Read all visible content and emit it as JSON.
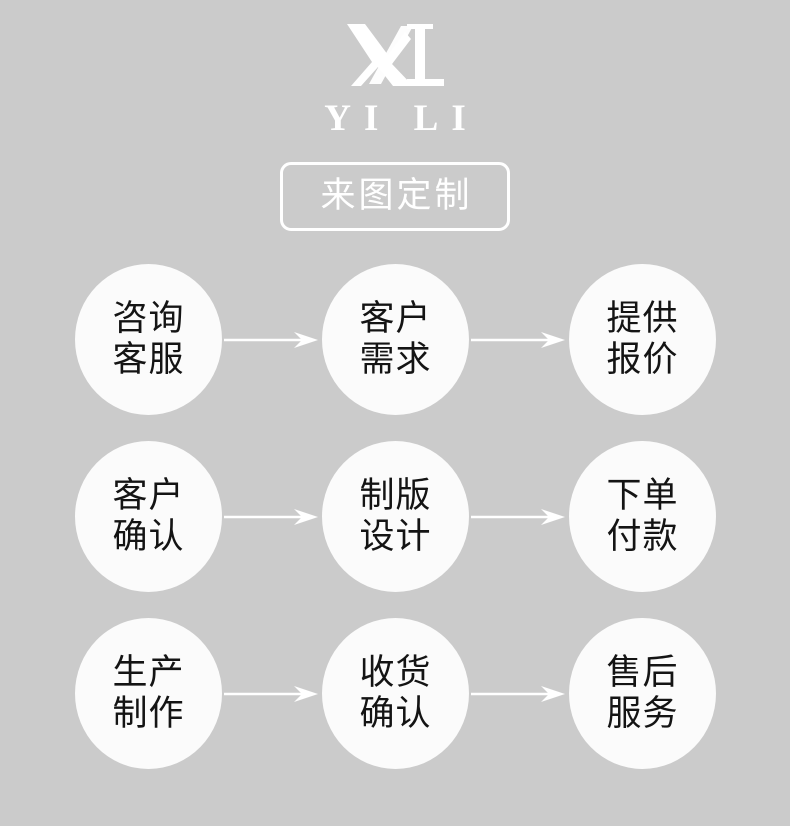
{
  "brand": {
    "logo_icon": "yl-monogram-icon",
    "name": "YI LI"
  },
  "badge": {
    "label": "来图定制"
  },
  "colors": {
    "background": "#cbcbcb",
    "node_fill": "#fbfbfb",
    "node_text": "#141414",
    "accent_white": "#ffffff"
  },
  "flow": {
    "arrow_icon": "arrow-right-icon",
    "rows": [
      {
        "nodes": [
          {
            "line1": "咨询",
            "line2": "客服"
          },
          {
            "line1": "客户",
            "line2": "需求"
          },
          {
            "line1": "提供",
            "line2": "报价"
          }
        ]
      },
      {
        "nodes": [
          {
            "line1": "客户",
            "line2": "确认"
          },
          {
            "line1": "制版",
            "line2": "设计"
          },
          {
            "line1": "下单",
            "line2": "付款"
          }
        ]
      },
      {
        "nodes": [
          {
            "line1": "生产",
            "line2": "制作"
          },
          {
            "line1": "收货",
            "line2": "确认"
          },
          {
            "line1": "售后",
            "line2": "服务"
          }
        ]
      }
    ]
  }
}
